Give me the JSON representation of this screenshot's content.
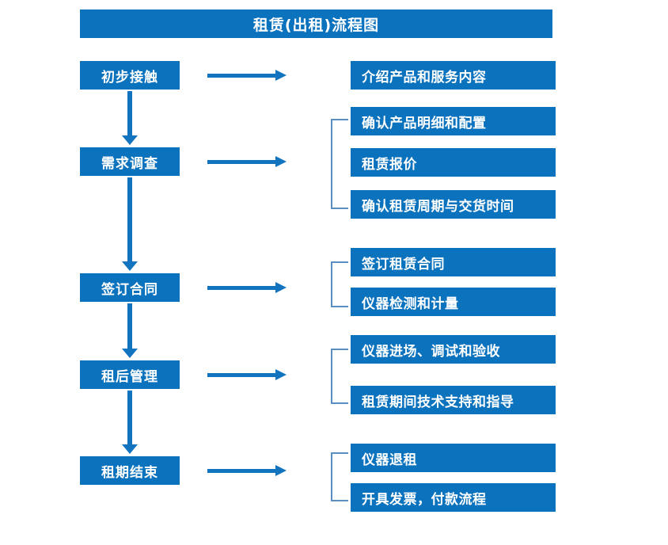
{
  "title": "租赁(出租)流程图",
  "colors": {
    "box_fill": "#0B72BE",
    "box_text": "#FFFFFF",
    "arrow": "#1273BE",
    "bracket": "#5A8EC0",
    "background": "#FFFFFF"
  },
  "chart_data": {
    "type": "diagram",
    "title": "租赁(出租)流程图",
    "stages": [
      {
        "label": "初步接触",
        "details": [
          "介绍产品和服务内容"
        ],
        "bracketed": false
      },
      {
        "label": "需求调查",
        "details": [
          "确认产品明细和配置",
          "租赁报价",
          "确认租赁周期与交货时间"
        ],
        "bracketed": true
      },
      {
        "label": "签订合同",
        "details": [
          "签订租赁合同",
          "仪器检测和计量"
        ],
        "bracketed": true
      },
      {
        "label": "租后管理",
        "details": [
          "仪器进场、调试和验收",
          "租赁期间技术支持和指导"
        ],
        "bracketed": true
      },
      {
        "label": "租期结束",
        "details": [
          "仪器退租",
          "开具发票，付款流程"
        ],
        "bracketed": true
      }
    ]
  },
  "stages": [
    {
      "label": "初步接触"
    },
    {
      "label": "需求调查"
    },
    {
      "label": "签订合同"
    },
    {
      "label": "租后管理"
    },
    {
      "label": "租期结束"
    }
  ],
  "details": [
    {
      "label": "介绍产品和服务内容"
    },
    {
      "label": "确认产品明细和配置"
    },
    {
      "label": "租赁报价"
    },
    {
      "label": "确认租赁周期与交货时间"
    },
    {
      "label": "签订租赁合同"
    },
    {
      "label": "仪器检测和计量"
    },
    {
      "label": "仪器进场、调试和验收"
    },
    {
      "label": "租赁期间技术支持和指导"
    },
    {
      "label": "仪器退租"
    },
    {
      "label": "开具发票，付款流程"
    }
  ]
}
